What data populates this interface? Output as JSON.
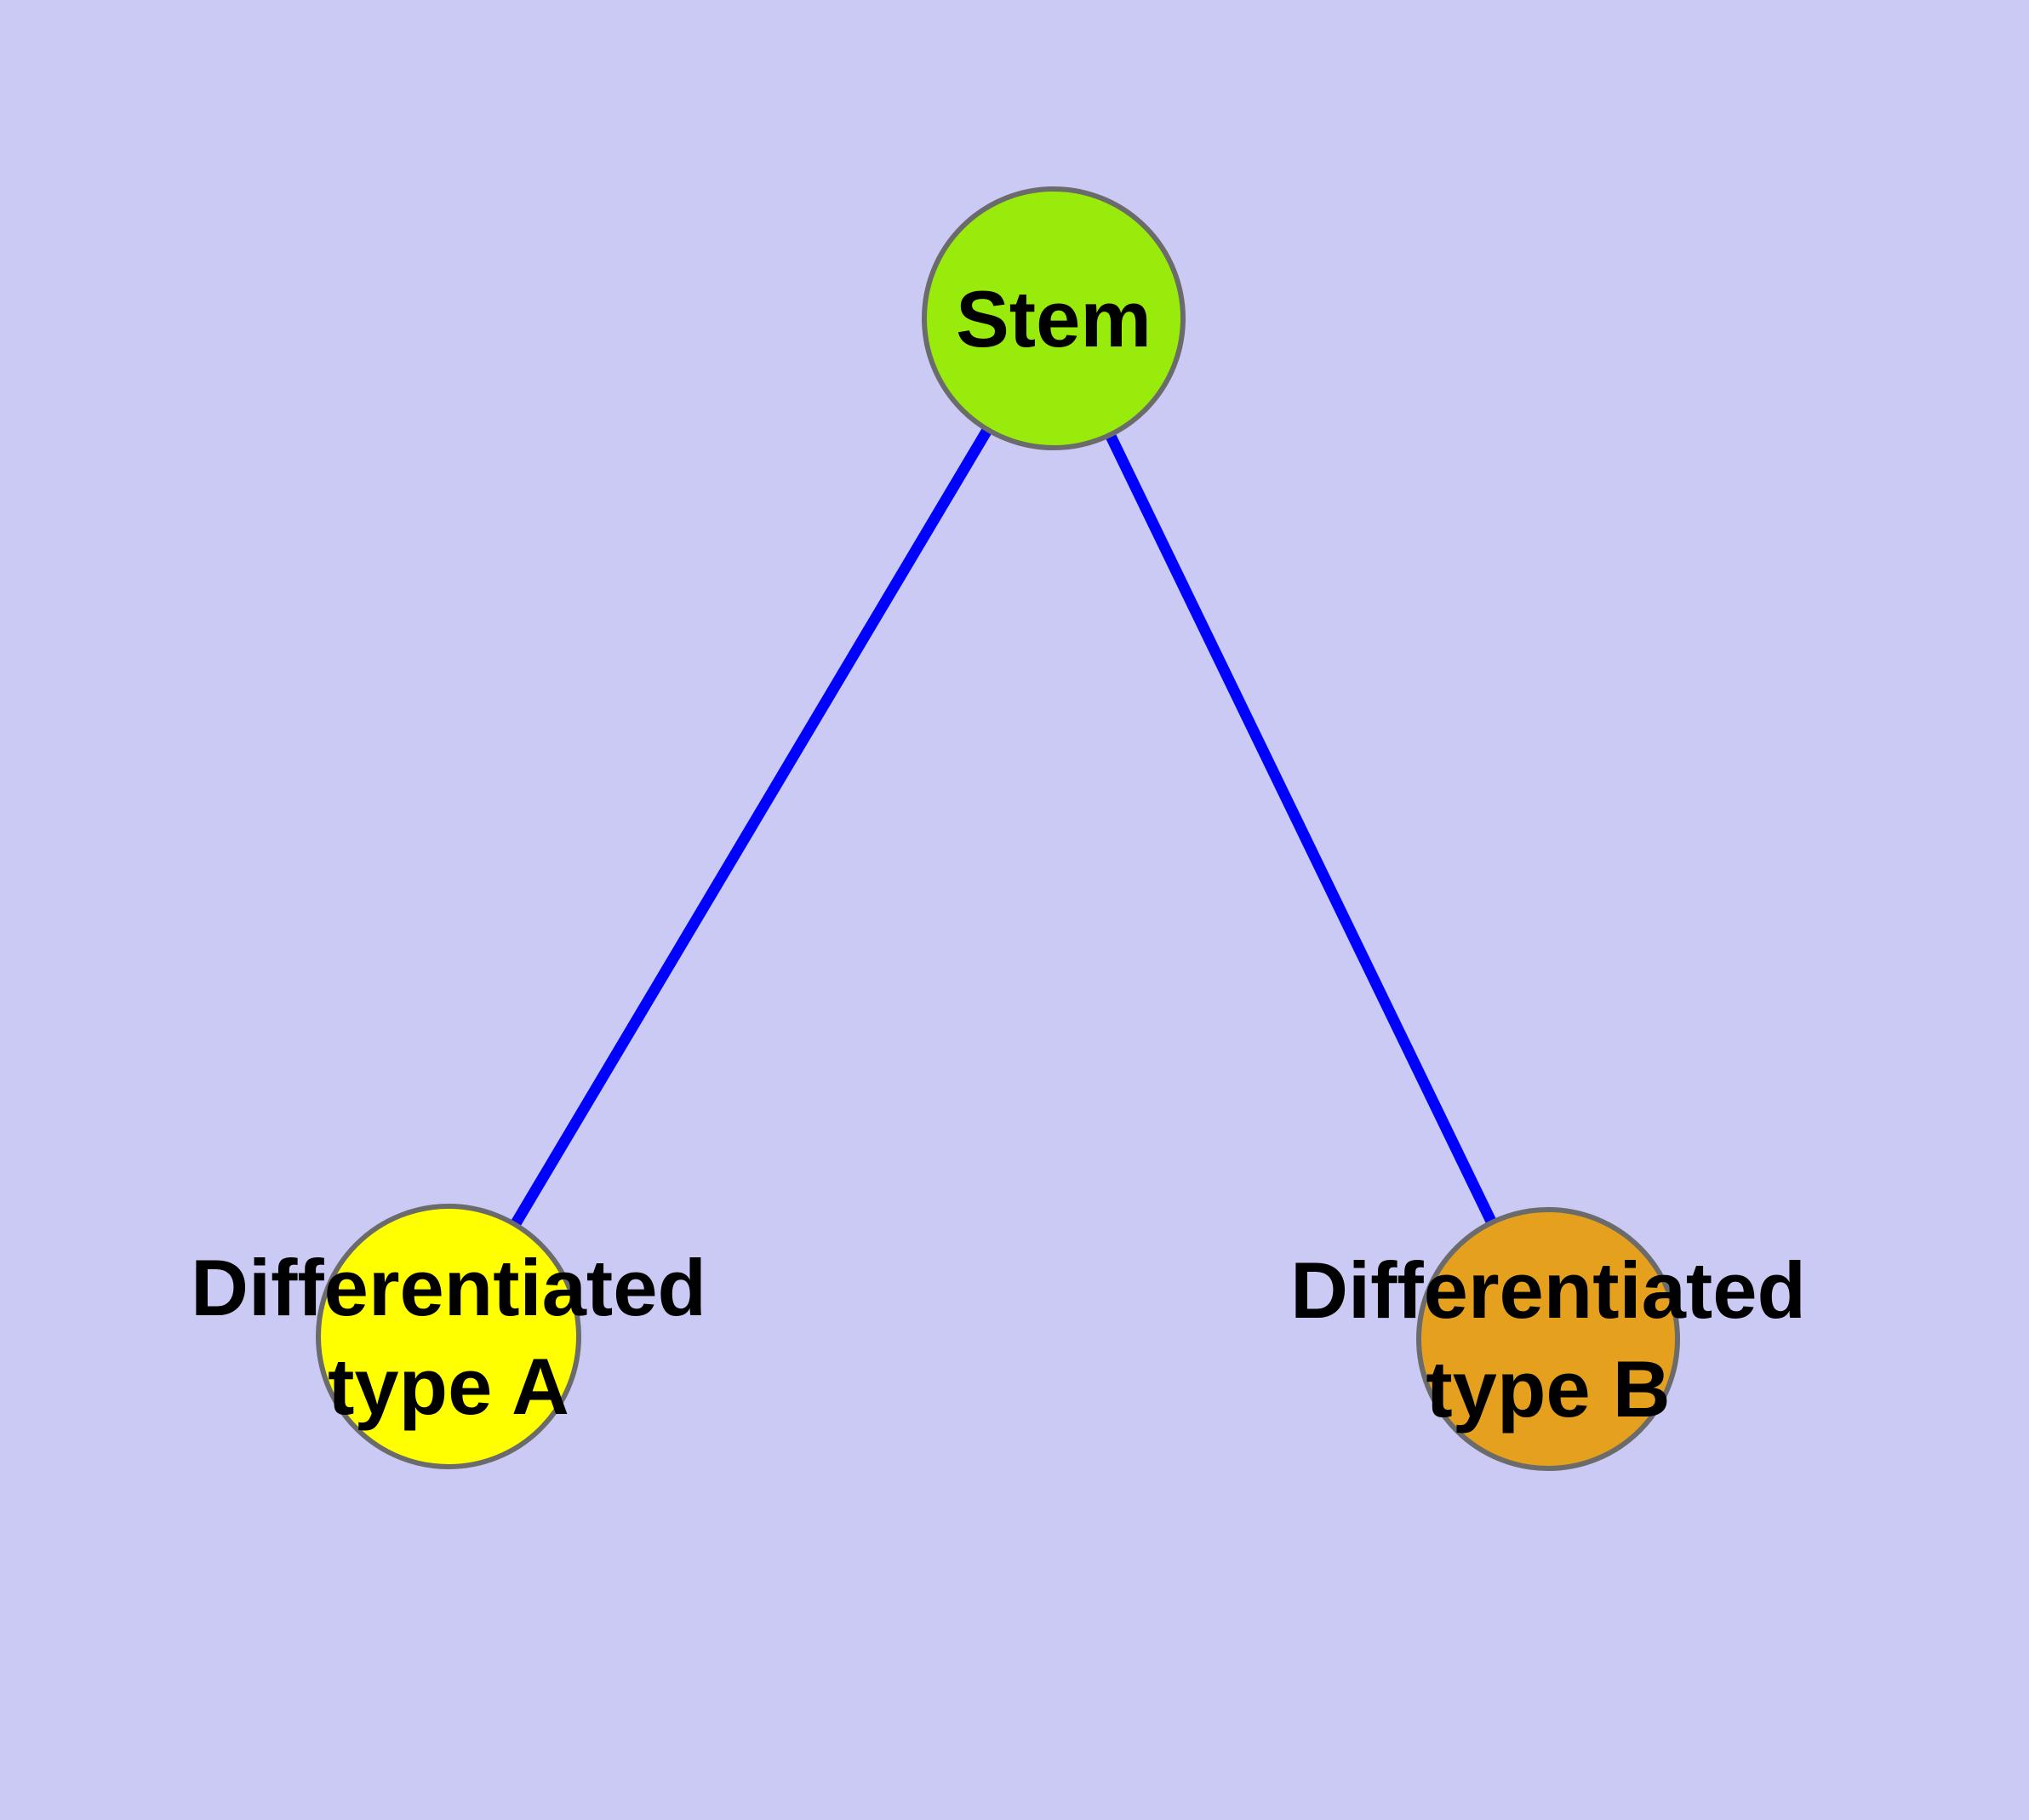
{
  "diagram": {
    "type": "node-link-graph",
    "background_color": "#CACAF5",
    "edge_color": "#0000FF",
    "node_border_color": "#6B6B6B",
    "nodes": [
      {
        "id": "stem",
        "label": "Stem",
        "label_lines": [
          "Stem"
        ],
        "fill_color": "#98EB0A"
      },
      {
        "id": "differentiated-type-a",
        "label": "Differentiated type A",
        "label_lines": [
          "Differentiated",
          "type A"
        ],
        "fill_color": "#FFFF00"
      },
      {
        "id": "differentiated-type-b",
        "label": "Differentiated type B",
        "label_lines": [
          "Differentiated",
          "type B"
        ],
        "fill_color": "#E5A01E"
      }
    ],
    "edges": [
      {
        "from": "stem",
        "to": "differentiated-type-a"
      },
      {
        "from": "stem",
        "to": "differentiated-type-b"
      }
    ]
  }
}
